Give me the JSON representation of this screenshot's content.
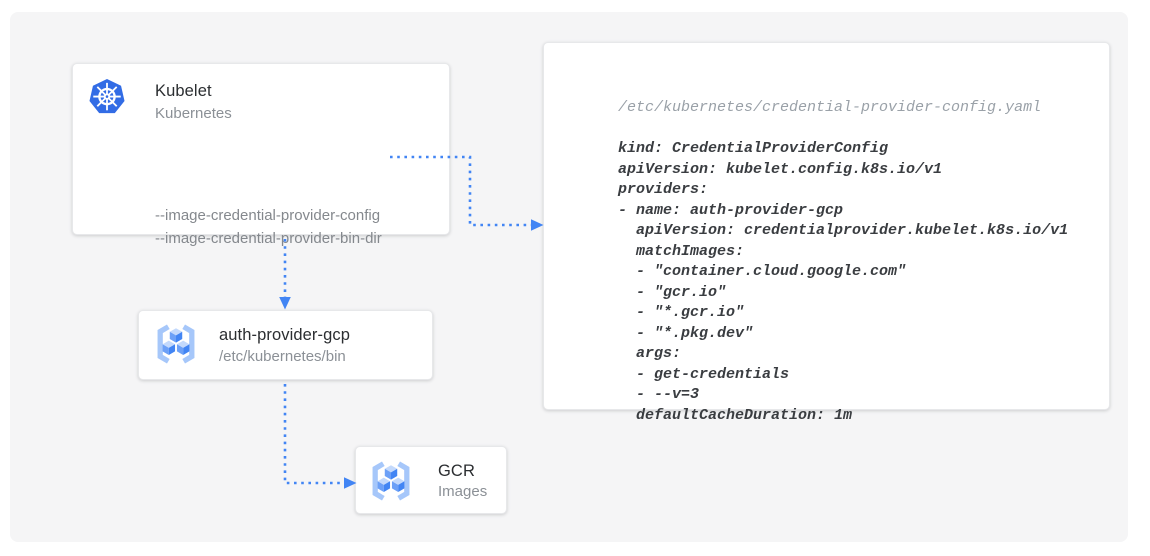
{
  "colors": {
    "accent-blue": "#4285f4",
    "k8s-blue": "#326ce5",
    "gcr-bracket": "#a6c7fa",
    "cube-top": "#c3d9fc",
    "cube-left": "#6ca0f7",
    "cube-right": "#4285f4",
    "panel-bg": "#f5f5f6"
  },
  "diagram": {
    "kubelet": {
      "icon": "kubernetes-helm-icon",
      "title": "Kubelet",
      "subtitle": "Kubernetes",
      "flags": [
        "--image-credential-provider-config",
        "--image-credential-provider-bin-dir"
      ]
    },
    "auth_provider": {
      "icon": "container-registry-icon",
      "title": "auth-provider-gcp",
      "subtitle": "/etc/kubernetes/bin"
    },
    "gcr": {
      "icon": "container-registry-icon",
      "title": "GCR",
      "subtitle": "Images"
    },
    "config_file": {
      "filename": "/etc/kubernetes/credential-provider-config.yaml",
      "lines": [
        "kind: CredentialProviderConfig",
        "apiVersion: kubelet.config.k8s.io/v1",
        "providers:",
        "- name: auth-provider-gcp",
        "  apiVersion: credentialprovider.kubelet.k8s.io/v1",
        "  matchImages:",
        "  - \"container.cloud.google.com\"",
        "  - \"gcr.io\"",
        "  - \"*.gcr.io\"",
        "  - \"*.pkg.dev\"",
        "  args:",
        "  - get-credentials",
        "  - --v=3",
        "  defaultCacheDuration: 1m"
      ]
    },
    "connections": [
      {
        "from": "kubelet --image-credential-provider-config flag",
        "to": "credential-provider-config.yaml card",
        "style": "dotted-blue-arrow"
      },
      {
        "from": "kubelet card",
        "to": "auth-provider-gcp card",
        "style": "dotted-blue-arrow"
      },
      {
        "from": "auth-provider-gcp card",
        "to": "GCR images card",
        "style": "dotted-blue-arrow"
      }
    ]
  }
}
